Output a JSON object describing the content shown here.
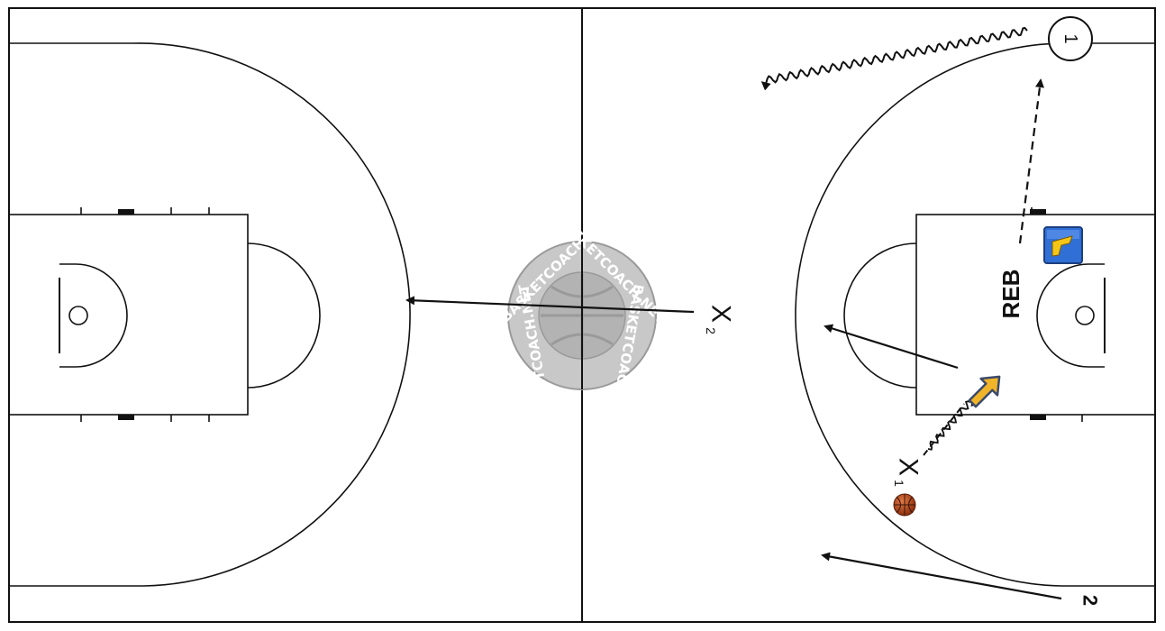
{
  "court": {
    "line_color": "#111111",
    "background_color": "#ffffff"
  },
  "watermark": {
    "text": "BASKETCOACH.NET",
    "color": "#c8c8c8"
  },
  "players": {
    "offense_1": "1",
    "offense_2": "2",
    "defense_1_symbol": "X",
    "defense_1_sub": "1",
    "defense_2_symbol": "X",
    "defense_2_sub": "2"
  },
  "annotations": {
    "rebound": "REB"
  },
  "icons": {
    "ball": "basketball-icon",
    "shot": "shot-arrow-icon",
    "logo": "team-logo-icon"
  },
  "colors": {
    "ball": "#b5471c",
    "logo_bg": "#2f6fd6",
    "logo_mark": "#f5c518",
    "shot_arrow": "#f0b429",
    "shot_arrow_border": "#3a4a6a"
  }
}
